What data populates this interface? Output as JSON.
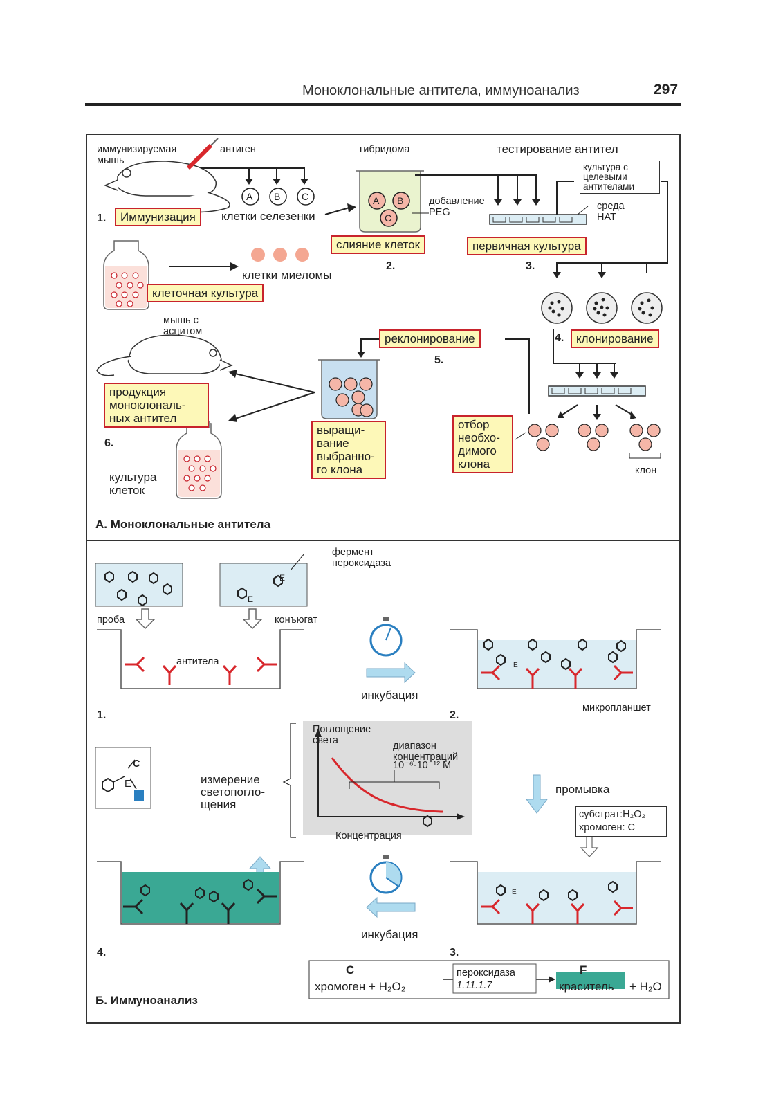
{
  "header": {
    "title": "Моноклональные антитела, иммуноанализ",
    "page": "297"
  },
  "sectionA": {
    "caption": "А. Моноклональные антитела",
    "mouse_label": "иммунизируемая мышь",
    "antigen": "антиген",
    "immunization": "Иммунизация",
    "spleen_cells": "клетки селезенки",
    "hybridoma": "гибридома",
    "peg": "добавление PEG",
    "fusion": "слияние клеток",
    "testing": "тестирование антител",
    "target_culture": "культура с целевыми антителами",
    "hat": "среда НАТ",
    "primary_culture": "первичная культура",
    "myeloma": "клетки миеломы",
    "cell_culture": "клеточная культура",
    "ascites_mouse": "мышь с асцитом",
    "recloning": "реклонирование",
    "cloning": "клонирование",
    "production": "продукция моноклональ-ных антител",
    "growing": "выращи-вание выбранно-го клона",
    "selection": "отбор необхо-димого клона",
    "clone": "клон",
    "culture2": "культура клеток",
    "step_nums": [
      "1.",
      "2.",
      "3.",
      "4.",
      "5.",
      "6."
    ],
    "cell_letters": [
      "A",
      "B",
      "C"
    ]
  },
  "sectionB": {
    "caption": "Б. Иммуноанализ",
    "enzyme": "фермент пероксидаза",
    "probe": "проба",
    "conjugate": "конъюгат",
    "antibodies": "антитела",
    "incubation": "инкубация",
    "microplate": "микропланшет",
    "wash": "промывка",
    "substrate": "субстрат:H₂O₂",
    "chromogen_c": "хромоген: C",
    "measure": "измерение светопогло-щения",
    "absorption": "Поглощение света",
    "range": "диапазон концентраций",
    "range_val": "10⁻⁶-10⁻¹² M",
    "concentration": "Концентрация",
    "step_nums": [
      "1.",
      "2.",
      "3.",
      "4."
    ],
    "eq_chromogen": "хромоген + H₂O₂",
    "eq_peroxidase": "пероксидаза",
    "eq_ec": "1.11.1.7",
    "eq_dye": "краситель",
    "eq_water": "+ H₂O",
    "letters": {
      "c": "C",
      "e": "E",
      "f": "F"
    }
  },
  "colors": {
    "yellow_box": "#fdf8b8",
    "red_border": "#c8232c",
    "teal": "#3aa894",
    "light_blue": "#dcedf4",
    "antibody_red": "#d8272c",
    "antibody_orange": "#f0a020"
  }
}
